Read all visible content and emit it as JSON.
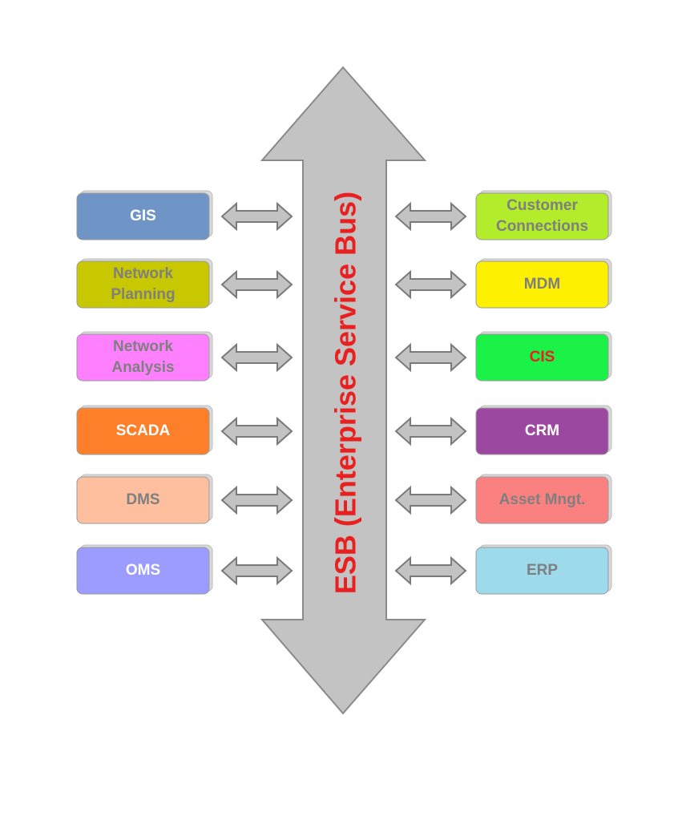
{
  "bus": {
    "label": "ESB (Enterprise Service Bus)",
    "label_color": "#e8201f",
    "arrow_fill": "#c3c3c3",
    "arrow_stroke": "#8a8a8a"
  },
  "connector": {
    "fill": "#c3c3c3",
    "stroke": "#7a7a7a"
  },
  "left_systems": [
    {
      "lines": [
        "GIS"
      ],
      "fill": "#6f95c6",
      "text_color": "#ffffff"
    },
    {
      "lines": [
        "Network",
        "Planning"
      ],
      "fill": "#c8c800",
      "text_color": "#7f7f7f"
    },
    {
      "lines": [
        "Network",
        "Analysis"
      ],
      "fill": "#ff80ff",
      "text_color": "#7f7f7f"
    },
    {
      "lines": [
        "SCADA"
      ],
      "fill": "#fd7f2a",
      "text_color": "#ffffff"
    },
    {
      "lines": [
        "DMS"
      ],
      "fill": "#fdbf9e",
      "text_color": "#7f7f7f"
    },
    {
      "lines": [
        "OMS"
      ],
      "fill": "#9b9cfe",
      "text_color": "#ffffff"
    }
  ],
  "right_systems": [
    {
      "lines": [
        "Customer",
        "Connections"
      ],
      "fill": "#b2ec2a",
      "text_color": "#7f7f7f"
    },
    {
      "lines": [
        "MDM"
      ],
      "fill": "#fdf000",
      "text_color": "#7f7f7f"
    },
    {
      "lines": [
        "CIS"
      ],
      "fill": "#1af248",
      "text_color": "#e8201f"
    },
    {
      "lines": [
        "CRM"
      ],
      "fill": "#9c48a0",
      "text_color": "#ffffff"
    },
    {
      "lines": [
        "Asset Mngt."
      ],
      "fill": "#fb8181",
      "text_color": "#7f7f7f"
    },
    {
      "lines": [
        "ERP"
      ],
      "fill": "#9ddaeb",
      "text_color": "#7f7f7f"
    }
  ]
}
